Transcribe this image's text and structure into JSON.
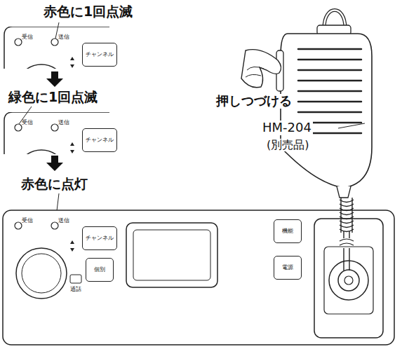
{
  "diagram": {
    "nodes": [
      {
        "text": [
          "チャンネル"
        ]
      },
      {
        "text": [
          "チャンネル"
        ]
      },
      {
        "text": [
          "チャンネル"
        ]
      },
      {
        "text": [
          "個別"
        ]
      },
      {
        "text": [
          "機能"
        ]
      },
      {
        "text": [
          "電源"
        ]
      }
    ],
    "labels": [
      "赤色に1回点滅",
      "受信",
      "送信",
      "緑色に1回点滅",
      "受信",
      "送信",
      "赤色に点灯",
      "受信",
      "送信",
      "通話",
      "押しつづける",
      "HM-204",
      "(別売品)"
    ]
  }
}
